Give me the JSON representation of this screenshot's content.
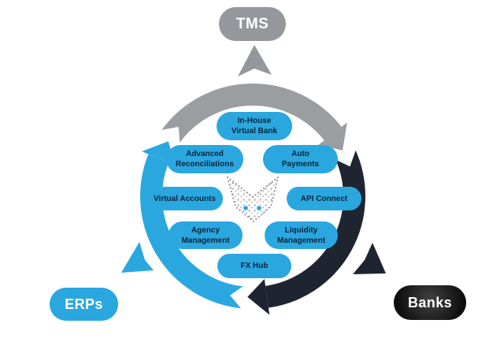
{
  "title": "Treasury platform ecosystem cycle diagram",
  "colors": {
    "blue": "#2BA7DF",
    "gray": "#94979B",
    "arc_gray": "#9B9EA1",
    "dark": "#1E2530",
    "pill_text": "#0C2438",
    "white": "#FFFFFF",
    "logo_dot": "#979CA2",
    "logo_eye": "#2BA7DF",
    "banks_pill_start": "#414141",
    "banks_pill_end": "#0E0E0E"
  },
  "nodes": {
    "tms": {
      "label": "TMS"
    },
    "erps": {
      "label": "ERPs"
    },
    "banks": {
      "label": "Banks"
    }
  },
  "features": [
    {
      "id": "in-house-virtual-bank",
      "label": "In-House\nVirtual Bank"
    },
    {
      "id": "advanced-reconciliations",
      "label": "Advanced\nReconciliations"
    },
    {
      "id": "auto-payments",
      "label": "Auto\nPayments"
    },
    {
      "id": "virtual-accounts",
      "label": "Virtual Accounts"
    },
    {
      "id": "api-connect",
      "label": "API Connect"
    },
    {
      "id": "agency-management",
      "label": "Agency\nManagement"
    },
    {
      "id": "liquidity-management",
      "label": "Liquidity\nManagement"
    },
    {
      "id": "fx-hub",
      "label": "FX Hub"
    }
  ],
  "logo": {
    "name": "fennec-fox-network-logo"
  }
}
